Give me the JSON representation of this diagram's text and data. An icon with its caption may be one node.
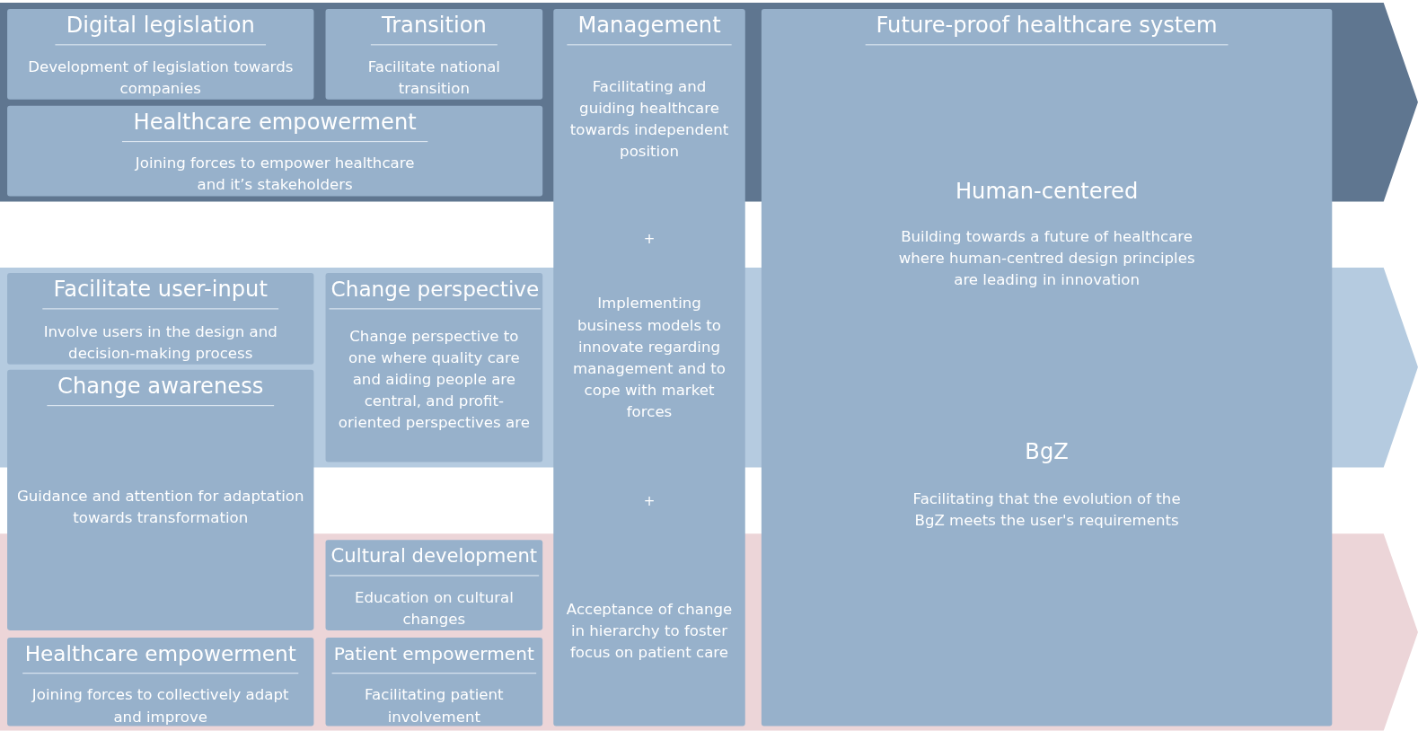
{
  "diagram": {
    "nodes": [
      {
        "text": [
          "Digital legislation",
          "Development of legislation towards companies"
        ]
      },
      {
        "text": [
          "Transition",
          "Facilitate national transition"
        ]
      },
      {
        "text": [
          "Management",
          "Facilitating and guiding healthcare towards independent position",
          "+",
          "Implementing business models to innovate regarding management and to cope with market forces",
          "+",
          "Acceptance of change in hierarchy to foster focus on patient care"
        ]
      },
      {
        "text": [
          "Future-proof healthcare system",
          "Human-centered",
          "Building towards a future of healthcare where human-centred design principles are leading in innovation",
          "BgZ",
          "Facilitating that the evolution of the BgZ meets the user's requirements"
        ]
      },
      {
        "text": [
          "Healthcare empowerment",
          "Joining forces to empower healthcare and it’s stakeholders"
        ]
      },
      {
        "text": [
          "Facilitate user-input",
          "Involve users in the design and decision-making process"
        ]
      },
      {
        "text": [
          "Change perspective",
          "Change perspective to one where quality care and aiding people are central, and profit-oriented perspectives are"
        ]
      },
      {
        "text": [
          "Change awareness",
          "Guidance and attention for adaptation towards transformation"
        ]
      },
      {
        "text": [
          "Cultural development",
          "Education on cultural changes"
        ]
      },
      {
        "text": [
          "Healthcare empowerment",
          "Joining forces to collectively adapt and improve"
        ]
      },
      {
        "text": [
          "Patient empowerment",
          "Facilitating patient involvement"
        ]
      }
    ],
    "edges": []
  }
}
